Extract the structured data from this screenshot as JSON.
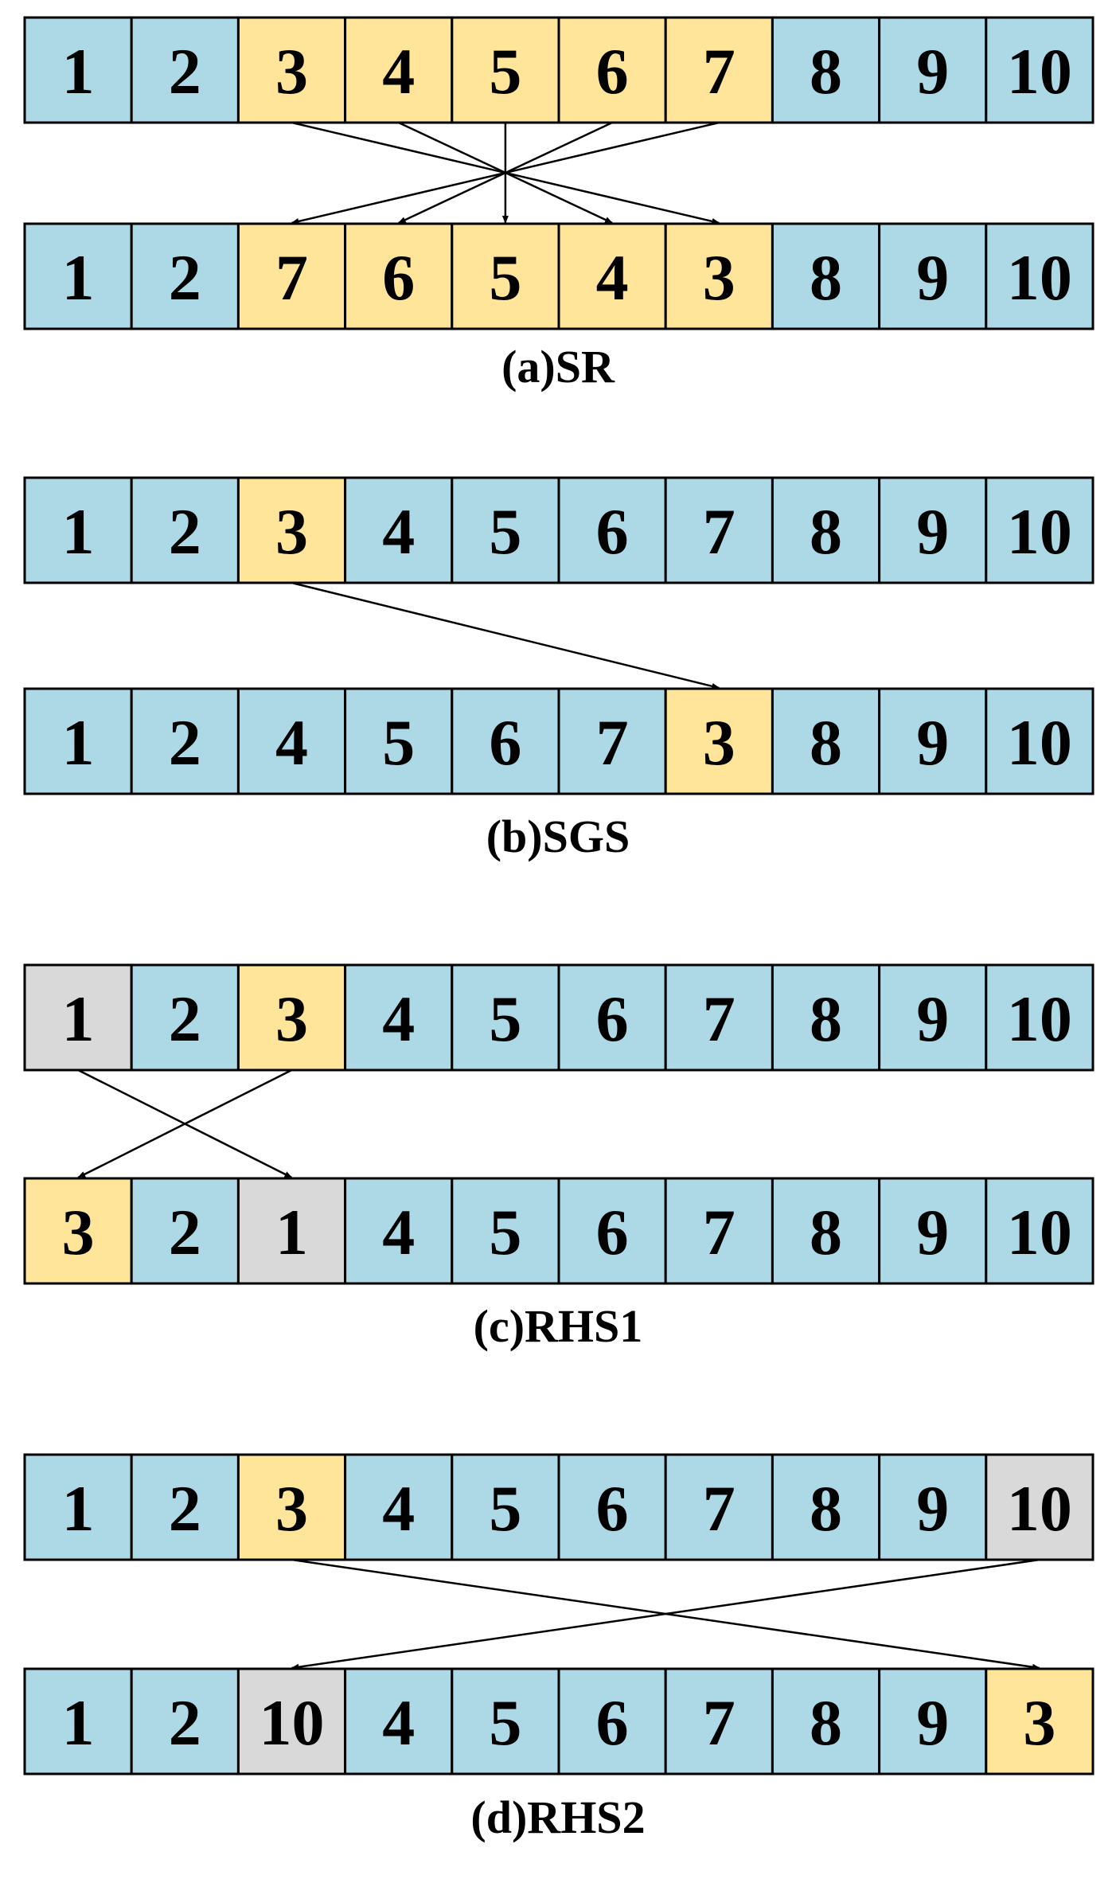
{
  "colors": {
    "default": "#ADD8E6",
    "highlight": "#FFE599",
    "swap": "#D9D9D9",
    "border": "#000000",
    "arrow": "#000000"
  },
  "panels": [
    {
      "id": "sr",
      "caption": "(a)SR",
      "before": [
        {
          "v": "1",
          "c": "default"
        },
        {
          "v": "2",
          "c": "default"
        },
        {
          "v": "3",
          "c": "highlight"
        },
        {
          "v": "4",
          "c": "highlight"
        },
        {
          "v": "5",
          "c": "highlight"
        },
        {
          "v": "6",
          "c": "highlight"
        },
        {
          "v": "7",
          "c": "highlight"
        },
        {
          "v": "8",
          "c": "default"
        },
        {
          "v": "9",
          "c": "default"
        },
        {
          "v": "10",
          "c": "default"
        }
      ],
      "after": [
        {
          "v": "1",
          "c": "default"
        },
        {
          "v": "2",
          "c": "default"
        },
        {
          "v": "7",
          "c": "highlight"
        },
        {
          "v": "6",
          "c": "highlight"
        },
        {
          "v": "5",
          "c": "highlight"
        },
        {
          "v": "4",
          "c": "highlight"
        },
        {
          "v": "3",
          "c": "highlight"
        },
        {
          "v": "8",
          "c": "default"
        },
        {
          "v": "9",
          "c": "default"
        },
        {
          "v": "10",
          "c": "default"
        }
      ],
      "moves": [
        [
          2,
          6
        ],
        [
          3,
          5
        ],
        [
          4,
          4
        ],
        [
          5,
          3
        ],
        [
          6,
          2
        ]
      ]
    },
    {
      "id": "sgs",
      "caption": "(b)SGS",
      "before": [
        {
          "v": "1",
          "c": "default"
        },
        {
          "v": "2",
          "c": "default"
        },
        {
          "v": "3",
          "c": "highlight"
        },
        {
          "v": "4",
          "c": "default"
        },
        {
          "v": "5",
          "c": "default"
        },
        {
          "v": "6",
          "c": "default"
        },
        {
          "v": "7",
          "c": "default"
        },
        {
          "v": "8",
          "c": "default"
        },
        {
          "v": "9",
          "c": "default"
        },
        {
          "v": "10",
          "c": "default"
        }
      ],
      "after": [
        {
          "v": "1",
          "c": "default"
        },
        {
          "v": "2",
          "c": "default"
        },
        {
          "v": "4",
          "c": "default"
        },
        {
          "v": "5",
          "c": "default"
        },
        {
          "v": "6",
          "c": "default"
        },
        {
          "v": "7",
          "c": "default"
        },
        {
          "v": "3",
          "c": "highlight"
        },
        {
          "v": "8",
          "c": "default"
        },
        {
          "v": "9",
          "c": "default"
        },
        {
          "v": "10",
          "c": "default"
        }
      ],
      "moves": [
        [
          2,
          6
        ]
      ]
    },
    {
      "id": "rhs1",
      "caption": "(c)RHS1",
      "before": [
        {
          "v": "1",
          "c": "swap"
        },
        {
          "v": "2",
          "c": "default"
        },
        {
          "v": "3",
          "c": "highlight"
        },
        {
          "v": "4",
          "c": "default"
        },
        {
          "v": "5",
          "c": "default"
        },
        {
          "v": "6",
          "c": "default"
        },
        {
          "v": "7",
          "c": "default"
        },
        {
          "v": "8",
          "c": "default"
        },
        {
          "v": "9",
          "c": "default"
        },
        {
          "v": "10",
          "c": "default"
        }
      ],
      "after": [
        {
          "v": "3",
          "c": "highlight"
        },
        {
          "v": "2",
          "c": "default"
        },
        {
          "v": "1",
          "c": "swap"
        },
        {
          "v": "4",
          "c": "default"
        },
        {
          "v": "5",
          "c": "default"
        },
        {
          "v": "6",
          "c": "default"
        },
        {
          "v": "7",
          "c": "default"
        },
        {
          "v": "8",
          "c": "default"
        },
        {
          "v": "9",
          "c": "default"
        },
        {
          "v": "10",
          "c": "default"
        }
      ],
      "moves": [
        [
          0,
          2
        ],
        [
          2,
          0
        ]
      ]
    },
    {
      "id": "rhs2",
      "caption": "(d)RHS2",
      "before": [
        {
          "v": "1",
          "c": "default"
        },
        {
          "v": "2",
          "c": "default"
        },
        {
          "v": "3",
          "c": "highlight"
        },
        {
          "v": "4",
          "c": "default"
        },
        {
          "v": "5",
          "c": "default"
        },
        {
          "v": "6",
          "c": "default"
        },
        {
          "v": "7",
          "c": "default"
        },
        {
          "v": "8",
          "c": "default"
        },
        {
          "v": "9",
          "c": "default"
        },
        {
          "v": "10",
          "c": "swap"
        }
      ],
      "after": [
        {
          "v": "1",
          "c": "default"
        },
        {
          "v": "2",
          "c": "default"
        },
        {
          "v": "10",
          "c": "swap"
        },
        {
          "v": "4",
          "c": "default"
        },
        {
          "v": "5",
          "c": "default"
        },
        {
          "v": "6",
          "c": "default"
        },
        {
          "v": "7",
          "c": "default"
        },
        {
          "v": "8",
          "c": "default"
        },
        {
          "v": "9",
          "c": "default"
        },
        {
          "v": "3",
          "c": "highlight"
        }
      ],
      "moves": [
        [
          2,
          9
        ],
        [
          9,
          2
        ]
      ]
    }
  ]
}
